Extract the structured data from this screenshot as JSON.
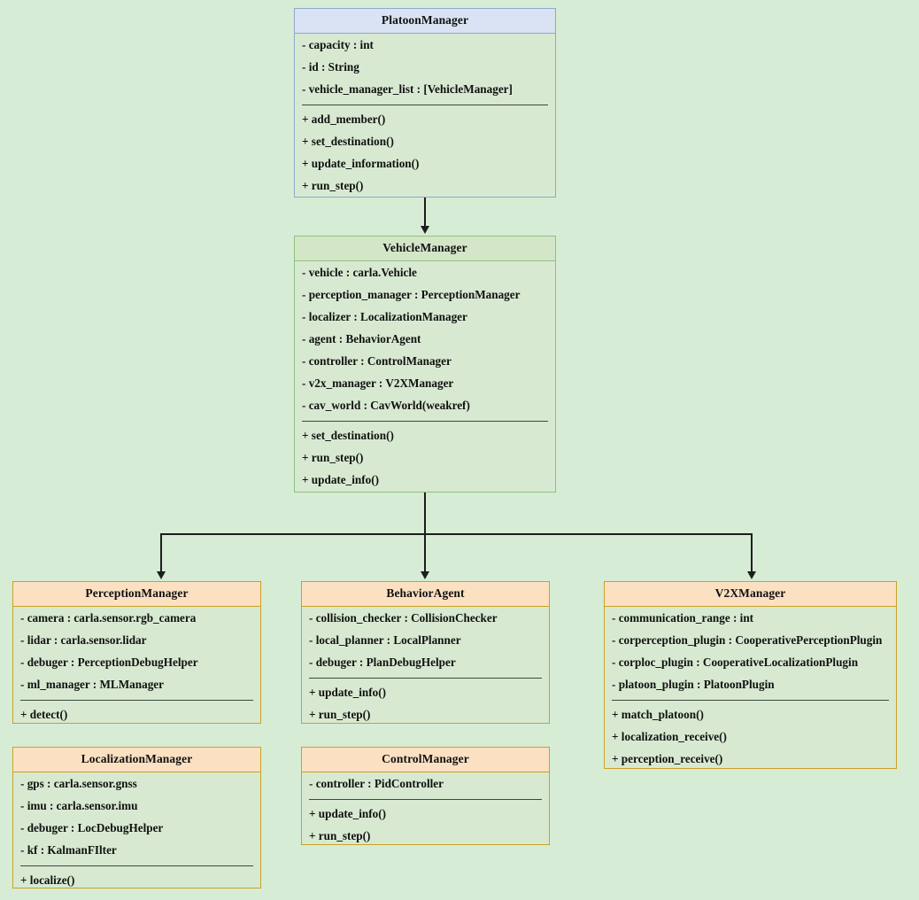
{
  "diagram": {
    "type": "uml-class-diagram",
    "background_color": "#d6ecd5",
    "title_bar_colors": {
      "blue": "#dae3f3",
      "green": "#d3e6c8",
      "orange": "#fce0c2"
    },
    "body_color": "#d8e9d2"
  },
  "classes": {
    "platoon_manager": {
      "name": "PlatoonManager",
      "attributes": [
        "- capacity : int",
        "- id : String",
        "- vehicle_manager_list : [VehicleManager]"
      ],
      "methods": [
        "+ add_member()",
        "+ set_destination()",
        "+ update_information()",
        "+ run_step()"
      ]
    },
    "vehicle_manager": {
      "name": "VehicleManager",
      "attributes": [
        "- vehicle : carla.Vehicle",
        "- perception_manager : PerceptionManager",
        "- localizer : LocalizationManager",
        "- agent : BehaviorAgent",
        "- controller : ControlManager",
        "- v2x_manager : V2XManager",
        "- cav_world : CavWorld(weakref)"
      ],
      "methods": [
        "+ set_destination()",
        "+ run_step()",
        "+ update_info()"
      ]
    },
    "perception_manager": {
      "name": "PerceptionManager",
      "attributes": [
        "- camera : carla.sensor.rgb_camera",
        "- lidar : carla.sensor.lidar",
        "- debuger : PerceptionDebugHelper",
        "- ml_manager : MLManager"
      ],
      "methods": [
        "+ detect()"
      ]
    },
    "behavior_agent": {
      "name": "BehaviorAgent",
      "attributes": [
        "- collision_checker : CollisionChecker",
        "- local_planner : LocalPlanner",
        "- debuger : PlanDebugHelper"
      ],
      "methods": [
        "+ update_info()",
        "+ run_step()"
      ]
    },
    "v2x_manager": {
      "name": "V2XManager",
      "attributes": [
        "- communication_range : int",
        "- corperception_plugin : CooperativePerceptionPlugin",
        "- corploc_plugin : CooperativeLocalizationPlugin",
        "- platoon_plugin : PlatoonPlugin"
      ],
      "methods": [
        "+ match_platoon()",
        "+ localization_receive()",
        "+ perception_receive()"
      ]
    },
    "localization_manager": {
      "name": "LocalizationManager",
      "attributes": [
        "- gps : carla.sensor.gnss",
        "- imu : carla.sensor.imu",
        "- debuger : LocDebugHelper",
        "- kf : KalmanFIlter"
      ],
      "methods": [
        "+ localize()"
      ]
    },
    "control_manager": {
      "name": "ControlManager",
      "attributes": [
        "- controller : PidController"
      ],
      "methods": [
        "+ update_info()",
        "+ run_step()"
      ]
    }
  },
  "relationships": [
    {
      "from": "PlatoonManager",
      "to": "VehicleManager",
      "kind": "directed-association"
    },
    {
      "from": "VehicleManager",
      "to": "PerceptionManager",
      "kind": "directed-association"
    },
    {
      "from": "VehicleManager",
      "to": "BehaviorAgent",
      "kind": "directed-association"
    },
    {
      "from": "VehicleManager",
      "to": "V2XManager",
      "kind": "directed-association"
    }
  ]
}
